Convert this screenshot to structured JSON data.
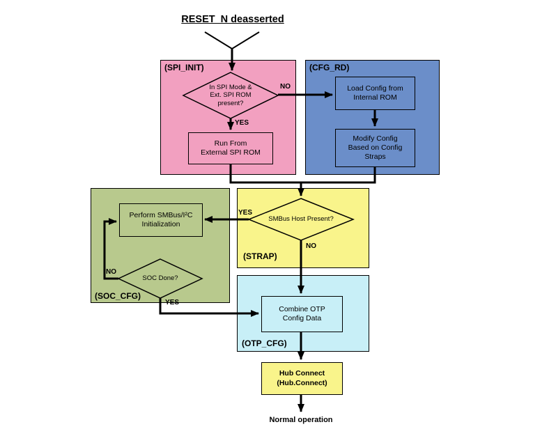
{
  "title": "RESET_N deasserted",
  "colors": {
    "pink": "#F2A0C0",
    "blue": "#6B8EC9",
    "yellow": "#F9F48B",
    "green": "#B8C98D",
    "cyan": "#C8EFF7",
    "line": "#000000"
  },
  "regions": {
    "spi_init": {
      "label": "(SPI_INIT)"
    },
    "cfg_rd": {
      "label": "(CFG_RD)"
    },
    "strap": {
      "label": "(STRAP)"
    },
    "soc_cfg": {
      "label": "(SOC_CFG)"
    },
    "otp_cfg": {
      "label": "(OTP_CFG)"
    }
  },
  "nodes": {
    "spi_decision": "In SPI Mode &\nExt. SPI ROM\npresent?",
    "run_from_rom": "Run From\nExternal SPI ROM",
    "load_config": "Load Config from\nInternal ROM",
    "modify_config": "Modify Config\nBased on Config\nStraps",
    "smbus_decision": "SMBus Host Present?",
    "perform_smbus": "Perform SMBus/I²C\nInitialization",
    "soc_done": "SOC Done?",
    "combine_otp": "Combine OTP\nConfig Data",
    "hub_connect": "Hub Connect\n(Hub.Connect)",
    "normal_operation": "Normal operation"
  },
  "edge_labels": {
    "spi_no": "NO",
    "spi_yes": "YES",
    "smbus_yes": "YES",
    "smbus_no": "NO",
    "soc_no": "NO",
    "soc_yes": "YES"
  }
}
